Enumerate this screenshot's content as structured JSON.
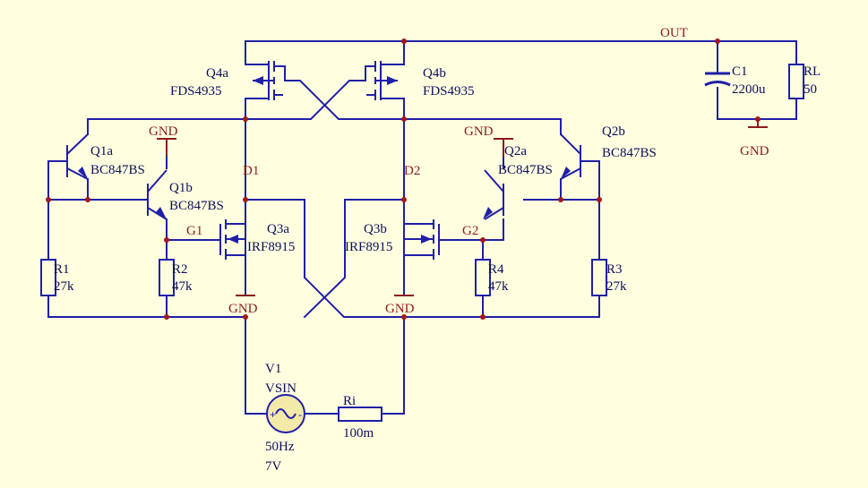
{
  "nets": {
    "out": "OUT",
    "d1": "D1",
    "d2": "D2",
    "g1": "G1",
    "g2": "G2",
    "gnd_top_left": "GND",
    "gnd_top_right": "GND",
    "gnd_c1": "GND",
    "gnd_q3a": "GND",
    "gnd_q3b": "GND"
  },
  "components": {
    "q4a": {
      "ref": "Q4a",
      "value": "FDS4935"
    },
    "q4b": {
      "ref": "Q4b",
      "value": "FDS4935"
    },
    "q1a": {
      "ref": "Q1a",
      "value": "BC847BS"
    },
    "q1b": {
      "ref": "Q1b",
      "value": "BC847BS"
    },
    "q2a": {
      "ref": "Q2a",
      "value": "BC847BS"
    },
    "q2b": {
      "ref": "Q2b",
      "value": "BC847BS"
    },
    "q3a": {
      "ref": "Q3a",
      "value": "IRF8915"
    },
    "q3b": {
      "ref": "Q3b",
      "value": "IRF8915"
    },
    "r1": {
      "ref": "R1",
      "value": "27k"
    },
    "r2": {
      "ref": "R2",
      "value": "47k"
    },
    "r3": {
      "ref": "R3",
      "value": "27k"
    },
    "r4": {
      "ref": "R4",
      "value": "47k"
    },
    "c1": {
      "ref": "C1",
      "value": "2200u"
    },
    "rl": {
      "ref": "RL",
      "value": "50"
    },
    "ri": {
      "ref": "Ri",
      "value": "100m"
    },
    "v1": {
      "ref": "V1",
      "type": "VSIN",
      "freq": "50Hz",
      "amp": "7V"
    }
  },
  "colors": {
    "background": "#ffffe0",
    "wire": "#1f1fa8",
    "junction": "#a01818",
    "net_label": "#8b1a1a",
    "text": "#0d0d5c"
  }
}
